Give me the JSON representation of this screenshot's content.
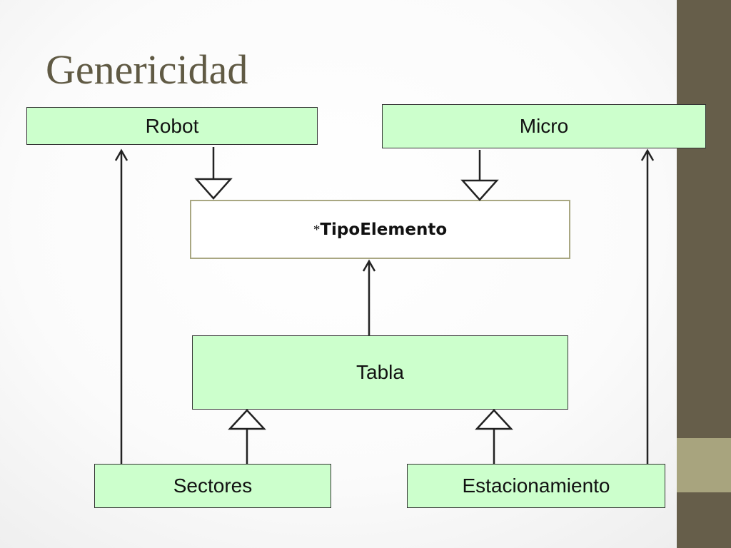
{
  "slide": {
    "title": "Genericidad"
  },
  "classes": {
    "robot": "Robot",
    "micro": "Micro",
    "template_marker": "*",
    "template_name": "TipoElemento",
    "tabla": "Tabla",
    "sectores": "Sectores",
    "estacionamiento": "Estacionamiento"
  },
  "theme": {
    "class_fill": "#ccffcc",
    "template_border": "#a9a782",
    "sidebar": "#665e4a",
    "sidebar_accent": "#a8a47e",
    "title_color": "#605a44"
  }
}
